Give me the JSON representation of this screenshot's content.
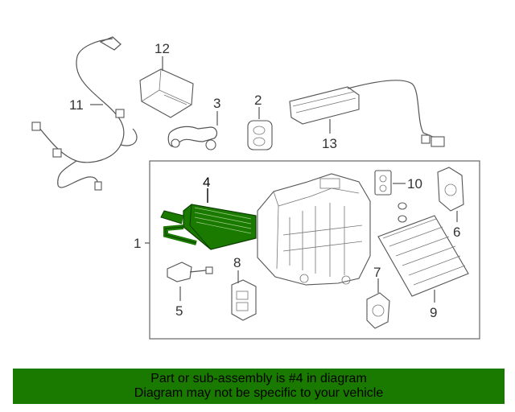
{
  "callouts": {
    "c1": "1",
    "c2": "2",
    "c3": "3",
    "c4": "4",
    "c5": "5",
    "c6": "6",
    "c7": "7",
    "c8": "8",
    "c9": "9",
    "c10": "10",
    "c11": "11",
    "c12": "12",
    "c13": "13"
  },
  "highlight_color": "#1a7a00",
  "banner": {
    "line1": "Part or sub-assembly is #4 in diagram",
    "line2": "Diagram may not be specific to your vehicle"
  }
}
